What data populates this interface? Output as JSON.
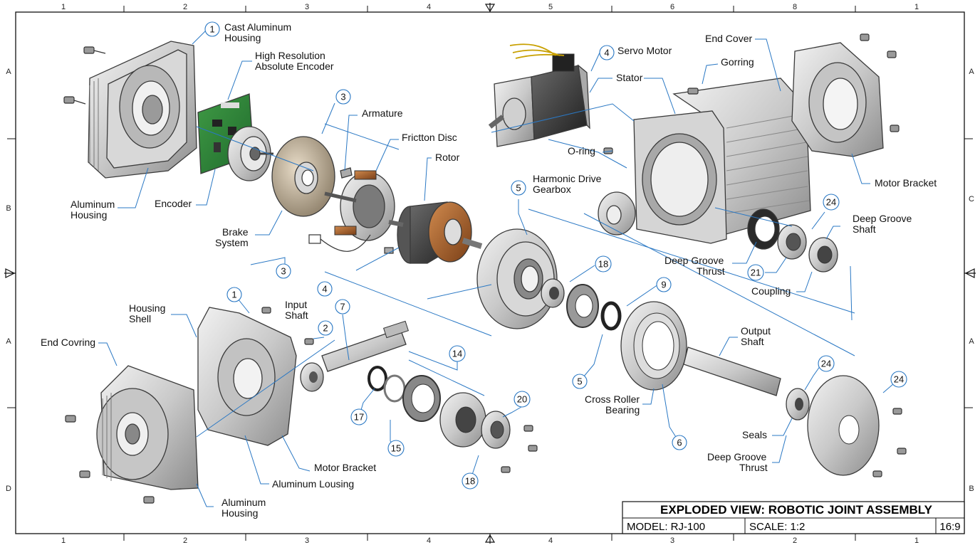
{
  "title_block": {
    "title": "EXPLODED VIEW: ROBOTIC JOINT ASSEMBLY",
    "model": "MODEL: RJ-100",
    "scale": "SCALE: 1:2",
    "ratio": "16:9"
  },
  "zones": {
    "top": [
      "1",
      "2",
      "3",
      "4",
      "5",
      "6",
      "8",
      "1"
    ],
    "bottom": [
      "1",
      "2",
      "3",
      "4",
      "4",
      "3",
      "2",
      "1"
    ],
    "left": [
      "A",
      "B",
      "A",
      "D"
    ],
    "right": [
      "A",
      "C",
      "A",
      "B"
    ]
  },
  "labels": {
    "cast_aluminum_housing": [
      "Cast Aluminum",
      "Housing"
    ],
    "high_resolution_encoder": [
      "High Resolution",
      "Absolute Encoder"
    ],
    "aluminum_housing_top": [
      "Aluminum",
      "Housing"
    ],
    "encoder": [
      "Encoder"
    ],
    "brake_system": [
      "Brake",
      "System"
    ],
    "armature": [
      "Armature"
    ],
    "friction_disc": [
      "Frictton Disc"
    ],
    "rotor": [
      "Rotor"
    ],
    "servo_motor": [
      "Servo Motor"
    ],
    "stator": [
      "Stator"
    ],
    "end_cover": [
      "End Cover"
    ],
    "gorring": [
      "Gorring"
    ],
    "o_ring": [
      "O-ring"
    ],
    "motor_bracket_right": [
      "Motor Bracket"
    ],
    "harmonic_drive": [
      "Harmonic Drive",
      "Gearbox"
    ],
    "deep_groove_shaft": [
      "Deep Groove",
      "Shaft"
    ],
    "deep_groove_thrust_top": [
      "Deep Groove",
      "Thrust"
    ],
    "coupling": [
      "Coupling"
    ],
    "housing_shell": [
      "Housing",
      "Shell"
    ],
    "input_shaft": [
      "Input",
      "Shaft"
    ],
    "end_covring": [
      "End Covring"
    ],
    "motor_bracket_bottom": [
      "Motor Bracket"
    ],
    "aluminum_lousing": [
      "Aluminum Lousing"
    ],
    "aluminum_housing_bottom": [
      "Aluminum",
      "Housing"
    ],
    "cross_roller_bearing": [
      "Cross Roller",
      "Bearing"
    ],
    "output_shaft": [
      "Output",
      "Shaft"
    ],
    "seals": [
      "Seals"
    ],
    "deep_groove_thrust_bottom": [
      "Deep Groove",
      "Thrust"
    ]
  },
  "balloons": {
    "b_cast_housing": "1",
    "b_brake_disc": "3",
    "b_brake_lower": "3",
    "b_servo_motor": "4",
    "b_harmonic": "5",
    "b_bearing_18_top": "18",
    "b_bearing_24_top": "24",
    "b_thrust_21": "21",
    "b_housing_shell": "1",
    "b_input_4": "4",
    "b_screw_2": "2",
    "b_shaft_7": "7",
    "b_ring_17": "17",
    "b_gear_14": "14",
    "b_ring_15": "15",
    "b_bearing_20": "20",
    "b_bearing_18_bottom": "18",
    "b_seal_9": "9",
    "b_gear_5": "5",
    "b_cross_roller_6": "6",
    "b_output_24": "24",
    "b_flange_24": "24"
  }
}
